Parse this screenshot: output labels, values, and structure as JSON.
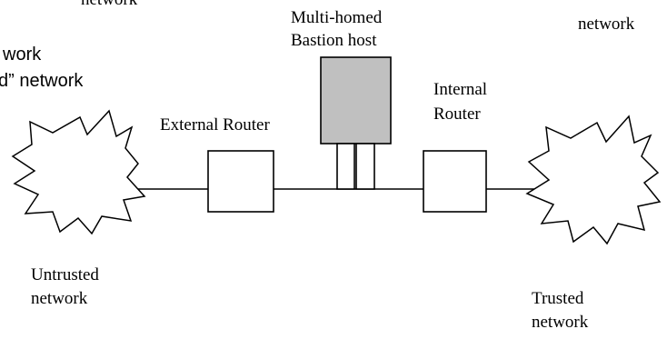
{
  "labels": {
    "top_left_clipped": "network",
    "top_right_clipped": "network",
    "overlay_line1": "work",
    "overlay_line2": "d” network",
    "bastion_line1": "Multi-homed",
    "bastion_line2": "Bastion host",
    "external_router": "External Router",
    "internal_router_line1": "Internal",
    "internal_router_line2": "Router",
    "untrusted_line1": "Untrusted",
    "untrusted_line2": "network",
    "trusted_line1": "Trusted",
    "trusted_line2": "network"
  },
  "colors": {
    "bastion_fill": "#c0c0c0",
    "stroke": "#000000",
    "background": "#ffffff"
  },
  "icons": {
    "untrusted_cloud": "starburst-cloud-icon",
    "trusted_cloud": "starburst-cloud-icon"
  }
}
